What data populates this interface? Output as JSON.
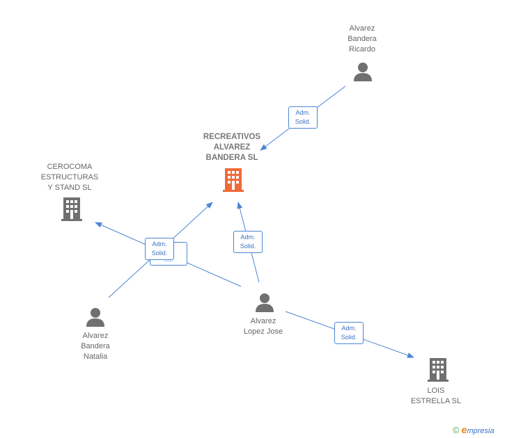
{
  "nodes": {
    "recreativos": {
      "lines": [
        "RECREATIVOS",
        "ALVAREZ",
        "BANDERA SL"
      ],
      "color": "#f06a3a"
    },
    "ricardo": {
      "lines": [
        "Alvarez",
        "Bandera",
        "Ricardo"
      ]
    },
    "cerocoma": {
      "lines": [
        "CEROCOMA",
        "ESTRUCTURAS",
        "Y STAND SL"
      ]
    },
    "natalia": {
      "lines": [
        "Alvarez",
        "Bandera",
        "Natalia"
      ]
    },
    "jose": {
      "lines": [
        "Alvarez",
        "Lopez Jose"
      ]
    },
    "lois": {
      "lines": [
        "LOIS",
        "ESTRELLA SL"
      ]
    }
  },
  "badges": {
    "ricardo_recreativos": [
      "Adm.",
      "Solid."
    ],
    "natalia_recreativos": [
      "Adm.",
      "Solid."
    ],
    "jose_recreativos": [
      "Adm.",
      "Solid."
    ],
    "jose_lois": [
      "Adm.",
      "Solid."
    ],
    "jose_cerocoma_partial": "....."
  },
  "colors": {
    "edge": "#4a86d4",
    "icon": "#707070",
    "accent": "#f06a3a"
  },
  "footer": {
    "copyright": "©",
    "brand_e": "e",
    "brand_rest": "mpresia"
  }
}
